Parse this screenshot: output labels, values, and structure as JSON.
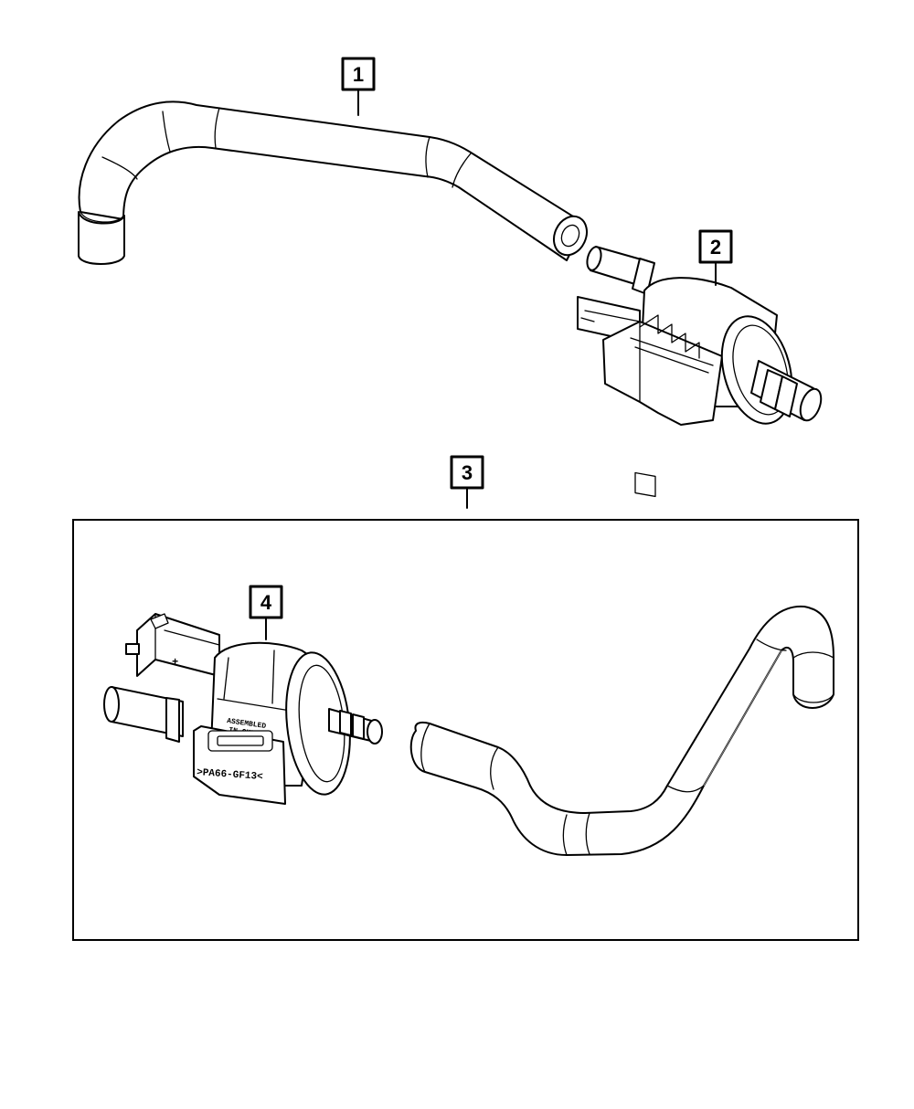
{
  "callouts": {
    "c1": "1",
    "c2": "2",
    "c3": "3",
    "c4": "4"
  },
  "labels": {
    "assembled_line1": "ASSEMBLED",
    "assembled_line2": "IN CHINA",
    "material_code": ">PA66-GF13<",
    "connector_plus": "+"
  }
}
